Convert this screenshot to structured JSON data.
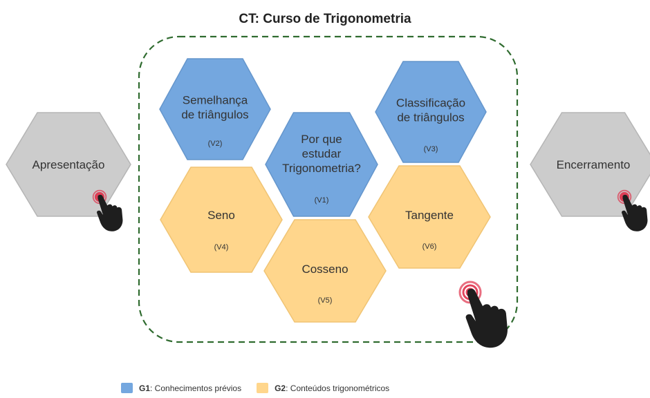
{
  "title": "CT: Curso de Trigonometria",
  "colors": {
    "g1_fill": "#74a7df",
    "g1_stroke": "#6596cc",
    "g2_fill": "#ffd68c",
    "g2_stroke": "#f0c474",
    "side_fill": "#cccccc",
    "side_stroke": "#b5b5b5",
    "group_border": "#2f6b2f",
    "click_ring": "#e0304a"
  },
  "hexagons": {
    "apresentacao": {
      "lines": [
        "Apresentação"
      ],
      "code": ""
    },
    "semelhanca": {
      "lines": [
        "Semelhança",
        "de triângulos"
      ],
      "code": "(V2)"
    },
    "classificacao": {
      "lines": [
        "Classificação",
        "de triângulos"
      ],
      "code": "(V3)"
    },
    "porque": {
      "lines": [
        "Por que",
        "estudar",
        "Trigonometria?"
      ],
      "code": "(V1)"
    },
    "seno": {
      "lines": [
        "Seno"
      ],
      "code": "(V4)"
    },
    "tangente": {
      "lines": [
        "Tangente"
      ],
      "code": "(V6)"
    },
    "cosseno": {
      "lines": [
        "Cosseno"
      ],
      "code": "(V5)"
    },
    "encerramento": {
      "lines": [
        "Encerramento"
      ],
      "code": ""
    }
  },
  "icons": [
    "click-hand-icon",
    "click-ring-icon"
  ],
  "legend": {
    "g1": {
      "label": "G1",
      "text": ": Conhecimentos prévios"
    },
    "g2": {
      "label": "G2",
      "text": ": Conteúdos trigonométricos"
    }
  }
}
